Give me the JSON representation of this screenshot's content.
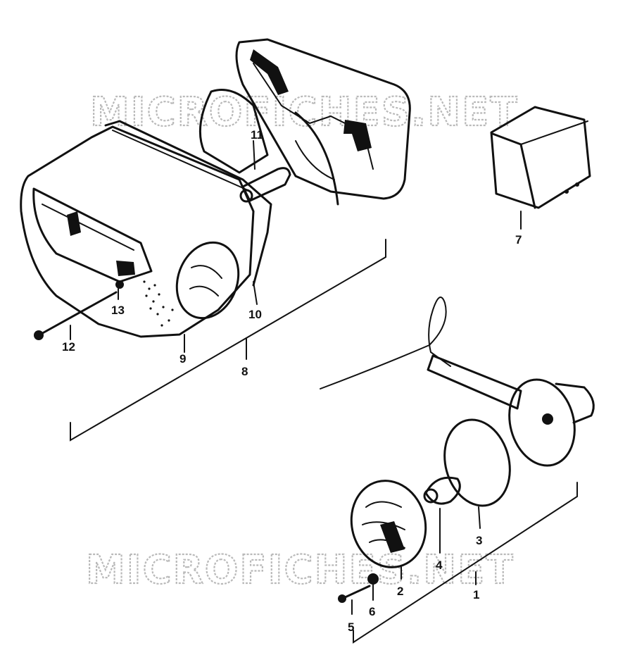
{
  "watermark": {
    "top": "MICROFICHES.NET",
    "bottom": "MICROFICHES.NET"
  },
  "callouts": {
    "c1": "1",
    "c2": "2",
    "c3": "3",
    "c4": "4",
    "c5": "5",
    "c6": "6",
    "c7": "7",
    "c8": "8",
    "c9": "9",
    "c10": "10",
    "c11": "11",
    "c12": "12",
    "c13": "13"
  }
}
